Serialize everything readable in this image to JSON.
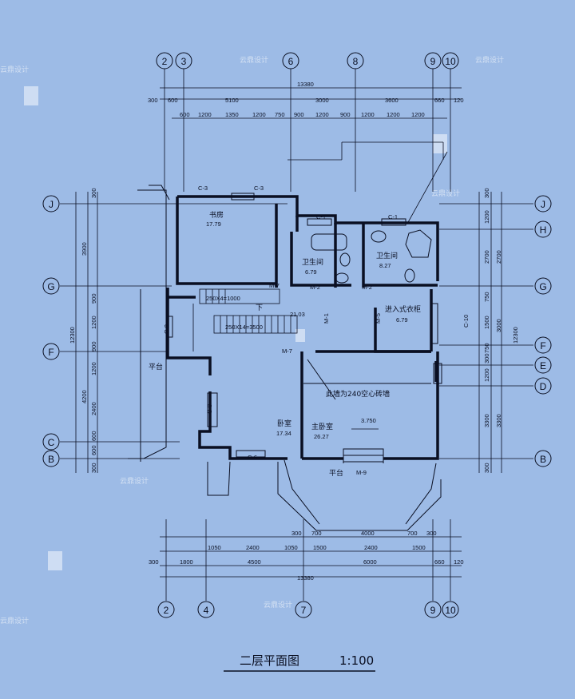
{
  "title": {
    "name": "二层平面图",
    "scale": "1:100"
  },
  "axes_top": [
    "2",
    "3",
    "6",
    "8",
    "9",
    "10"
  ],
  "axes_bottom": [
    "2",
    "4",
    "7",
    "9",
    "10"
  ],
  "axes_left": [
    "J",
    "G",
    "F",
    "C",
    "B"
  ],
  "axes_right": [
    "J",
    "H",
    "G",
    "F",
    "E",
    "D",
    "B"
  ],
  "dims": {
    "top_total": "13380",
    "top_row2": [
      "300",
      "600",
      "5100",
      "3000",
      "3600",
      "660",
      "120"
    ],
    "top_row3": [
      "600",
      "1200",
      "1350",
      "1200",
      "750",
      "900",
      "1200",
      "900",
      "1200",
      "1200",
      "1200"
    ],
    "bottom_total": "13380",
    "bottom_row1": [
      "300",
      "700",
      "4000",
      "700",
      "300"
    ],
    "bottom_row2": [
      "1050",
      "2400",
      "1050",
      "1500",
      "2400",
      "1500"
    ],
    "bottom_row3": [
      "300",
      "1800",
      "4500",
      "6000",
      "660",
      "120"
    ],
    "left_total": "12300",
    "left_outer": [
      "3900",
      "4200"
    ],
    "left_inner": [
      "300",
      "900",
      "1200",
      "900",
      "1200",
      "2400",
      "600",
      "600",
      "300"
    ],
    "right_total": "12300",
    "right_mid": [
      "2700",
      "3000",
      "3300"
    ],
    "right_inner": [
      "300",
      "1200",
      "2700",
      "750",
      "1500",
      "750",
      "300",
      "1200",
      "3300",
      "300"
    ]
  },
  "rooms": [
    {
      "name": "书房",
      "area": "17.79"
    },
    {
      "name": "卫生间",
      "area": "6.79"
    },
    {
      "name": "卫生间",
      "area": "8.27"
    },
    {
      "name": "进入式衣柜",
      "area": "6.79"
    },
    {
      "name": "卧室",
      "area": "17.34"
    },
    {
      "name": "主卧室",
      "area": "26.27"
    },
    {
      "name": "平台",
      "area": ""
    },
    {
      "name": "平台",
      "area": ""
    }
  ],
  "misc": {
    "hall_area": "21.03",
    "elevation": "3.750",
    "wall_note": "此墙为240空心砖墙",
    "stair1": "250X4=1000",
    "stair2": "250X14=3500",
    "down": "下"
  },
  "tags": {
    "c3": "C-3",
    "c1": "C-1",
    "c6": "C-6",
    "c8": "C-8",
    "c9": "C-9",
    "c10": "C-10",
    "m7": "M-7",
    "m2": "M-2",
    "m8": "M-8",
    "m9": "M-9",
    "m1": "M-1",
    "m5": "M-5"
  },
  "watermark": "云鼎设计"
}
